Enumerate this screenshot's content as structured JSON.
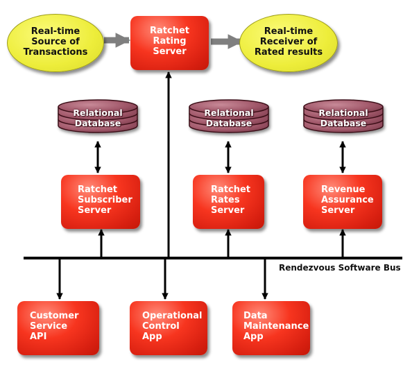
{
  "colors": {
    "server_fill": "#e8301c",
    "ellipse_fill": "#eded3a",
    "database_fill": "#a1586a",
    "line": "#000000",
    "flow_arrow": "#7f7f7f"
  },
  "sources": {
    "input": "Real-time\nSource of\nTransactions",
    "output": "Real-time\nReceiver of\nRated results"
  },
  "servers": {
    "rating": "Ratchet\nRating\nServer",
    "subscriber": "Ratchet\nSubscriber\nServer",
    "rates": "Ratchet\nRates\nServer",
    "revenue": "Revenue\nAssurance\nServer"
  },
  "databases": {
    "left": "Relational\nDatabase",
    "middle": "Relational\nDatabase",
    "right": "Relational\nDatabase"
  },
  "bus": {
    "label": "Rendezvous Software Bus"
  },
  "clients": {
    "customer": "Customer\nService\nAPI",
    "operational": "Operational\nControl\nApp",
    "maintenance": "Data\nMaintenance\nApp"
  }
}
